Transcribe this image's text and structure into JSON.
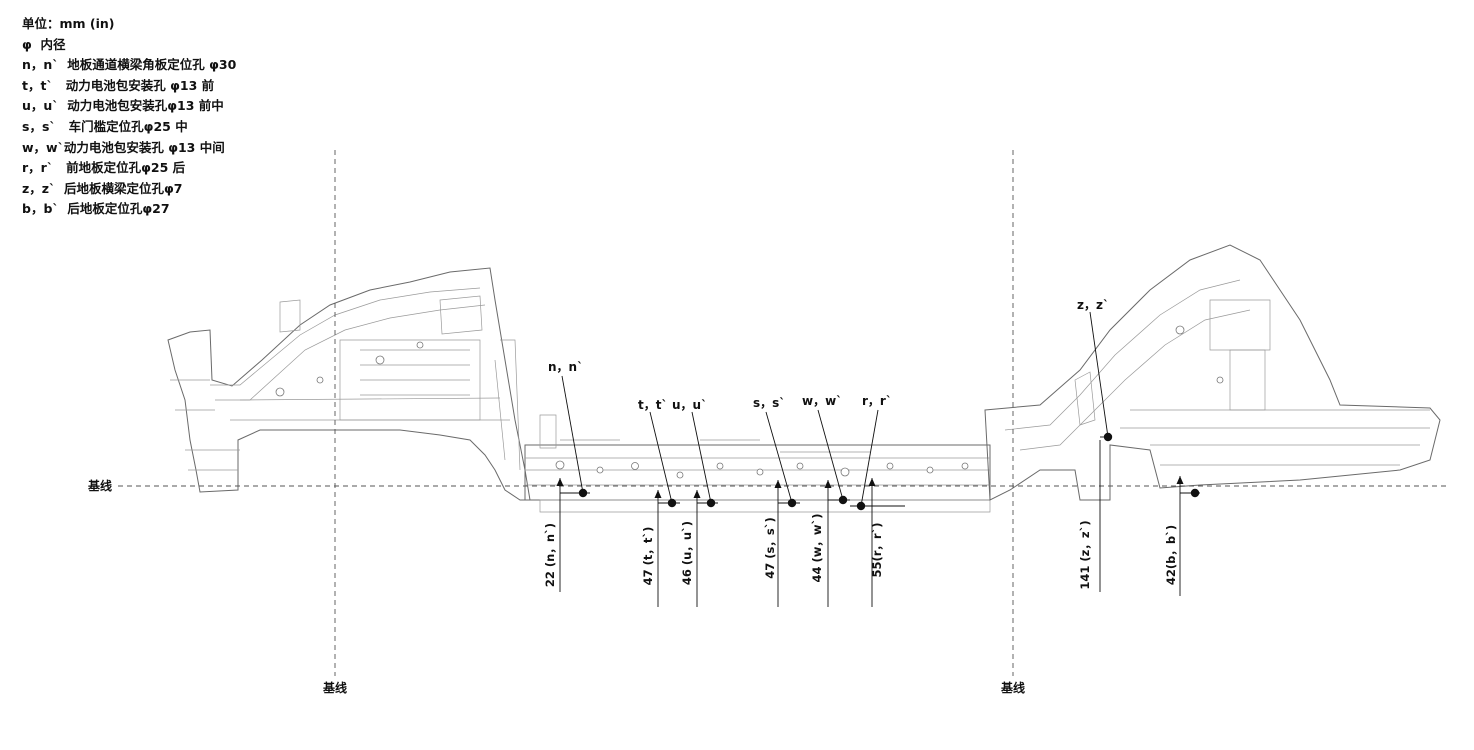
{
  "legend": [
    "单位：mm (in)",
    "φ  内径",
    "n，n`  地板通道横梁角板定位孔 φ30",
    "t，t`   动力电池包安装孔 φ13 前",
    "u，u`  动力电池包安装孔φ13 前中",
    "s，s`   车门槛定位孔φ25 中",
    "w，w`动力电池包安装孔 φ13 中间",
    "r，r`   前地板定位孔φ25 后",
    "z，z`  后地板横梁定位孔φ7",
    "b，b`  后地板定位孔φ27"
  ],
  "baseline_label": "基线",
  "points": [
    {
      "id": "n",
      "label": "n，n`",
      "dim": "22 (n，n`)"
    },
    {
      "id": "t",
      "label": "t，t`",
      "dim": "47 (t，t`)"
    },
    {
      "id": "u",
      "label": "u，u`",
      "dim": "46 (u，u`)"
    },
    {
      "id": "s",
      "label": "s，s`",
      "dim": "47 (s，s`)"
    },
    {
      "id": "w",
      "label": "w，w`",
      "dim": "44 (w，w`)"
    },
    {
      "id": "r",
      "label": "r，r`",
      "dim": "55(r，r`)"
    },
    {
      "id": "z",
      "label": "z，z`",
      "dim": "141 (z，z`)"
    },
    {
      "id": "b",
      "label": "",
      "dim": "42(b，b`)"
    }
  ]
}
